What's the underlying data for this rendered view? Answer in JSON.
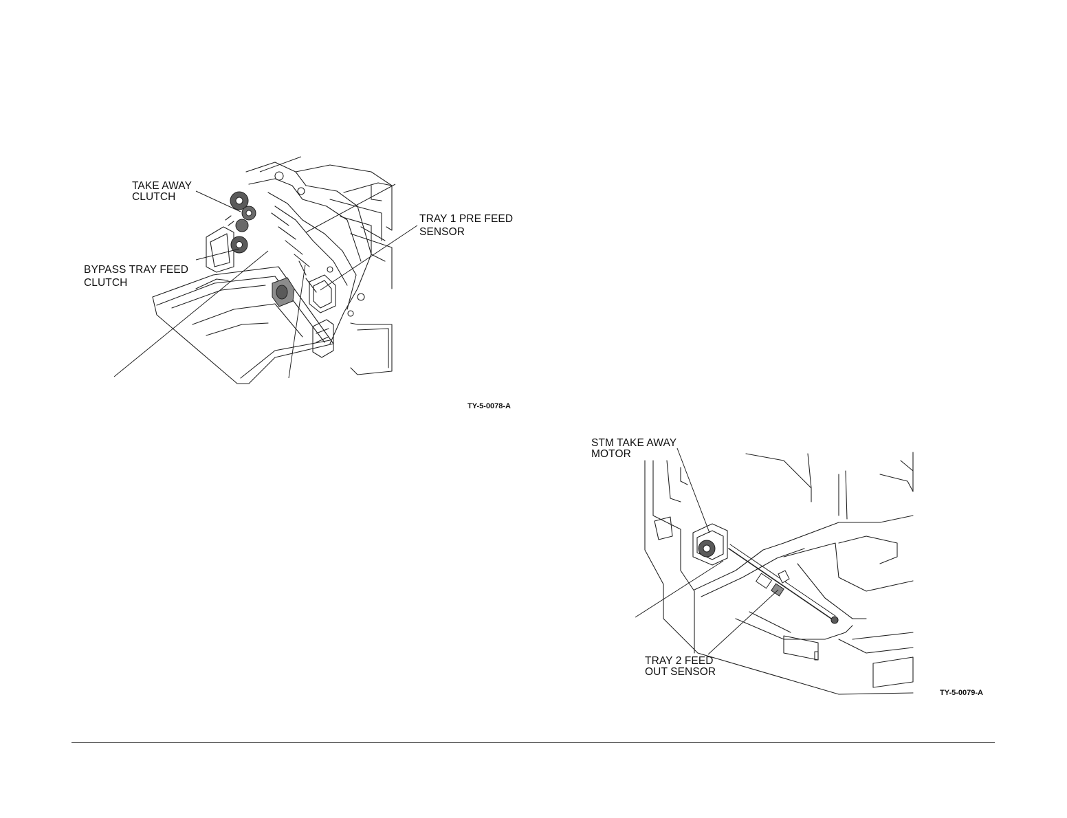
{
  "figure1": {
    "id": "TY-5-0078-A",
    "callouts": {
      "take_away_clutch": [
        "TAKE AWAY",
        "CLUTCH"
      ],
      "bypass_tray_feed_clutch": [
        "BYPASS TRAY FEED",
        "CLUTCH"
      ],
      "tray1_pre_feed_sensor": [
        "TRAY 1 PRE FEED",
        "SENSOR"
      ]
    }
  },
  "figure2": {
    "id": "TY-5-0079-A",
    "callouts": {
      "stm_take_away_motor": [
        "STM TAKE AWAY",
        "MOTOR"
      ],
      "tray2_feed_out_sensor": [
        "TRAY 2 FEED",
        "OUT SENSOR"
      ]
    }
  },
  "colors": {
    "line": "#222222",
    "dark_part": "#5a5a5a",
    "mid_part": "#8c8c8c",
    "rule": "#333333"
  }
}
